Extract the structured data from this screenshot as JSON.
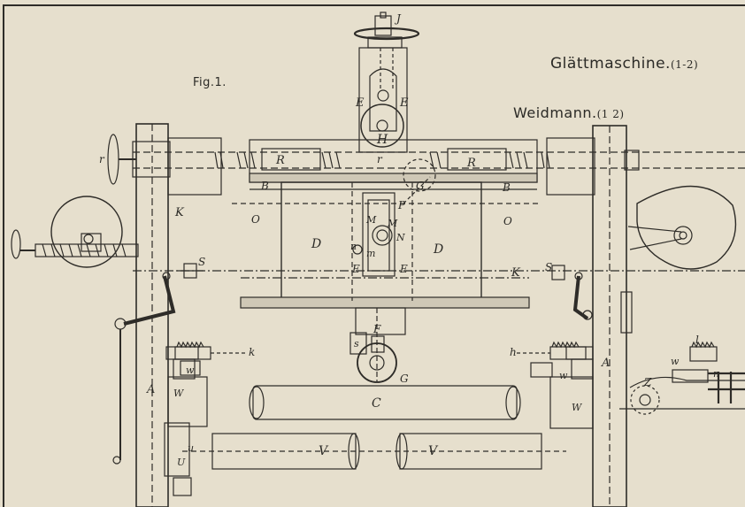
{
  "title": {
    "main": "Glättmaschine.",
    "main_index": "(1-2)"
  },
  "author": {
    "name": "Weidmann.",
    "index": "(1 2)"
  },
  "figure": "Fig.1.",
  "labels": {
    "J": "J",
    "E": "E",
    "H": "H",
    "r": "r",
    "R": "R",
    "B": "B",
    "K": "K",
    "O": "O",
    "D": "D",
    "G": "G",
    "P": "P",
    "M": "M",
    "N": "N",
    "n": "n",
    "m": "m",
    "S": "S",
    "k": "k",
    "h": "h",
    "w": "w",
    "W": "W",
    "A": "A",
    "C": "C",
    "F": "F",
    "s": "s",
    "V": "V",
    "u": "u",
    "U": "U",
    "l": "l",
    "Z": "Z"
  }
}
